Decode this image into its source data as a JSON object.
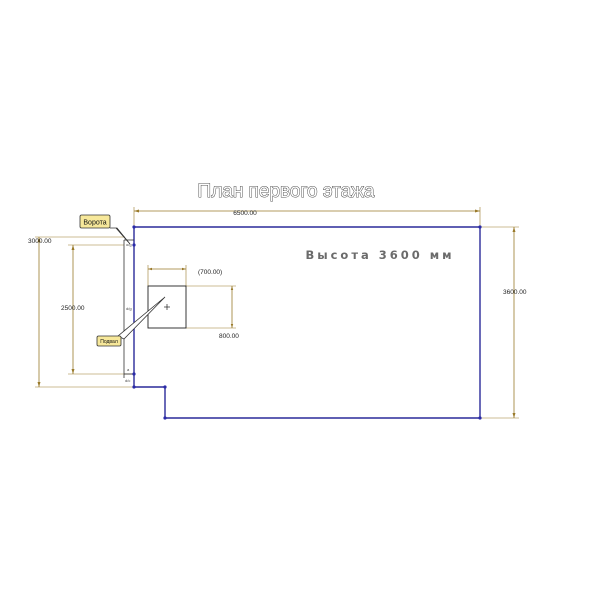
{
  "drawing": {
    "title": "План первого этажа",
    "height_note": "Высота 3600 мм",
    "dimensions": {
      "width_top": "6500.00",
      "height_right": "3600.00",
      "height_left_outer": "3000.00",
      "height_left_inner": "2500.00",
      "column_offset": "(700.00)",
      "column_size": "800.00"
    },
    "callouts": {
      "gate": "Ворота",
      "cellar": "Подвал"
    },
    "small_marks": {
      "mark_top": "o/g",
      "mark_mid": "d/g",
      "mark_a": "a",
      "mark_bottom": "d/c"
    },
    "colors": {
      "wall": "#2a2a9a",
      "dimension": "#9a7a2a",
      "callout_fill": "#f7e89a"
    }
  }
}
